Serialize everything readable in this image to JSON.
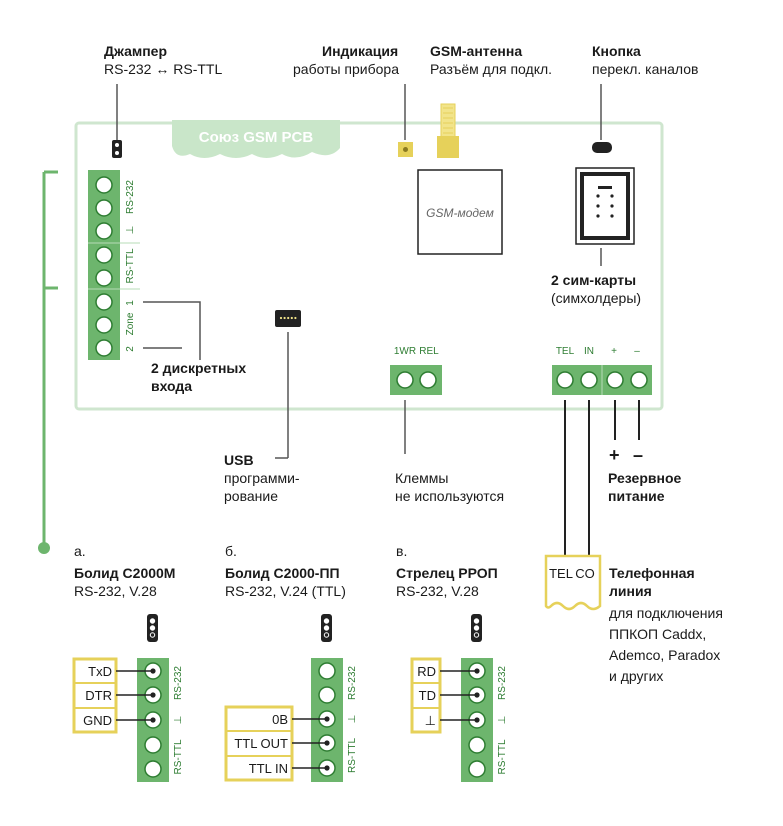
{
  "board": {
    "title": "Союз GSM PCB"
  },
  "callouts": {
    "jumper": {
      "title": "Джампер",
      "subtitle": "RS-232 ↔ RS-TTL"
    },
    "indication": {
      "title": "Индикация",
      "subtitle": "работы прибора"
    },
    "antenna": {
      "title": "GSM-антенна",
      "subtitle": "Разъём для подкл."
    },
    "button": {
      "title": "Кнопка",
      "subtitle": "перекл. каналов"
    },
    "sim": {
      "title": "2 сим-карты",
      "subtitle": "(симхолдеры)"
    },
    "inputs": {
      "line1": "2 дискретных",
      "line2": "входа"
    },
    "usb": {
      "title": "USB",
      "line1": "программи-",
      "line2": "рование"
    },
    "unused": {
      "line1": "Клеммы",
      "line2": "не используются"
    },
    "power": {
      "plus": "+",
      "minus": "–",
      "line1": "Резервное",
      "line2": "питание"
    },
    "phone": {
      "title1": "Телефонная",
      "title2": "линия",
      "line1": "для подключения",
      "line2": "ППКОП Caddx,",
      "line3": "Ademco, Paradox",
      "line4": "и других"
    }
  },
  "modem": {
    "label": "GSM-модем"
  },
  "terminal_labels": {
    "rs232": "RS-232",
    "gnd": "⊥",
    "rsttl": "RS-TTL",
    "zone": "Zone",
    "z1": "1",
    "z2": "2",
    "onewire": "1WR",
    "rel": "REL",
    "tel": "TEL",
    "in": "IN",
    "plus": "+",
    "minus": "–"
  },
  "phone_plug": {
    "tel": "TEL",
    "co": "CO"
  },
  "examples": [
    {
      "letter": "а.",
      "title": "Болид С2000М",
      "subtitle": "RS-232, V.28",
      "pins": [
        "TxD",
        "DTR",
        "GND"
      ],
      "side": "RS-232",
      "gnd": "⊥",
      "ttl": "RS-TTL"
    },
    {
      "letter": "б.",
      "title": "Болид С2000-ПП",
      "subtitle": "RS-232, V.24 (TTL)",
      "pins": [
        "0В",
        "TTL OUT",
        "TTL IN"
      ],
      "side": "RS-232",
      "gnd": "⊥",
      "ttl": "RS-TTL"
    },
    {
      "letter": "в.",
      "title": "Стрелец РРОП",
      "subtitle": "RS-232, V.28",
      "pins": [
        "RD",
        "TD",
        "⊥"
      ],
      "side": "RS-232",
      "gnd": "⊥",
      "ttl": "RS-TTL"
    }
  ],
  "colors": {
    "green": "#6db56d",
    "green_dark": "#2e7d32",
    "board_border": "#cfe6cf",
    "board_title_bg": "#c9e6c9",
    "yellow": "#e6d15a",
    "yellow_fill": "#f2e48a",
    "gray_line": "#555555"
  }
}
